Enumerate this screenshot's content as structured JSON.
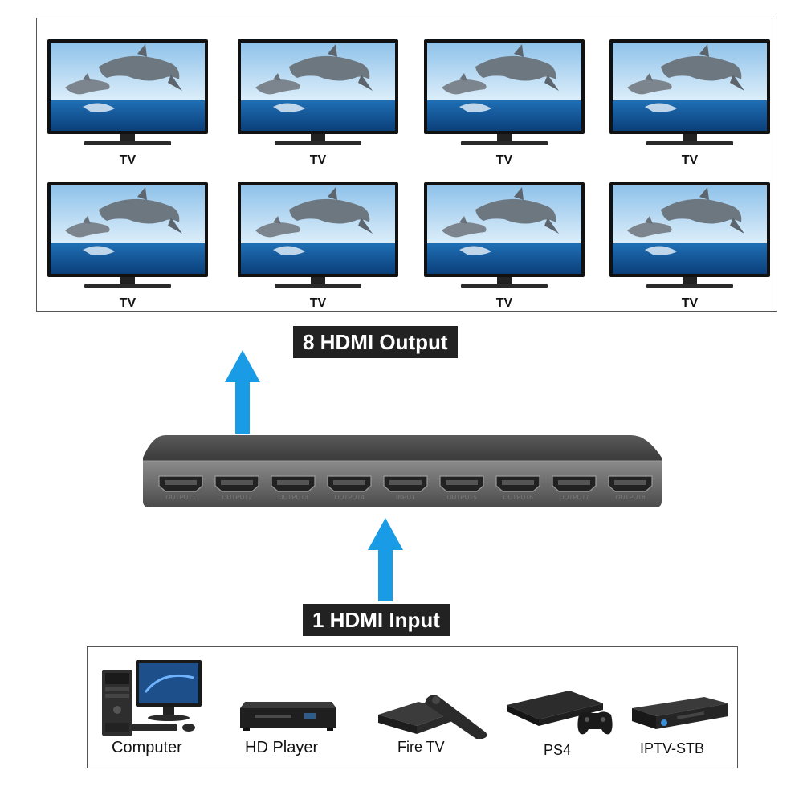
{
  "outputs": {
    "tv_label": "TV",
    "tvs": [
      {
        "label": "TV"
      },
      {
        "label": "TV"
      },
      {
        "label": "TV"
      },
      {
        "label": "TV"
      },
      {
        "label": "TV"
      },
      {
        "label": "TV"
      },
      {
        "label": "TV"
      },
      {
        "label": "TV"
      }
    ]
  },
  "output_label": "8 HDMI Output",
  "input_label": "1 HDMI Input",
  "splitter": {
    "ports": [
      "OUTPUT1",
      "OUTPUT2",
      "OUTPUT3",
      "OUTPUT4",
      "INPUT",
      "OUTPUT5",
      "OUTPUT6",
      "OUTPUT7",
      "OUTPUT8"
    ]
  },
  "sources": [
    {
      "label": "Computer",
      "icon": "computer-icon"
    },
    {
      "label": "HD Player",
      "icon": "hd-player-icon"
    },
    {
      "label": "Fire TV",
      "icon": "fire-tv-icon"
    },
    {
      "label": "PS4",
      "icon": "ps4-icon"
    },
    {
      "label": "IPTV-STB",
      "icon": "iptv-stb-icon"
    }
  ],
  "colors": {
    "arrow": "#1a9be6",
    "label_bg": "#222222",
    "sea": "#1f6fb5",
    "sky": "#cfe6f7"
  }
}
